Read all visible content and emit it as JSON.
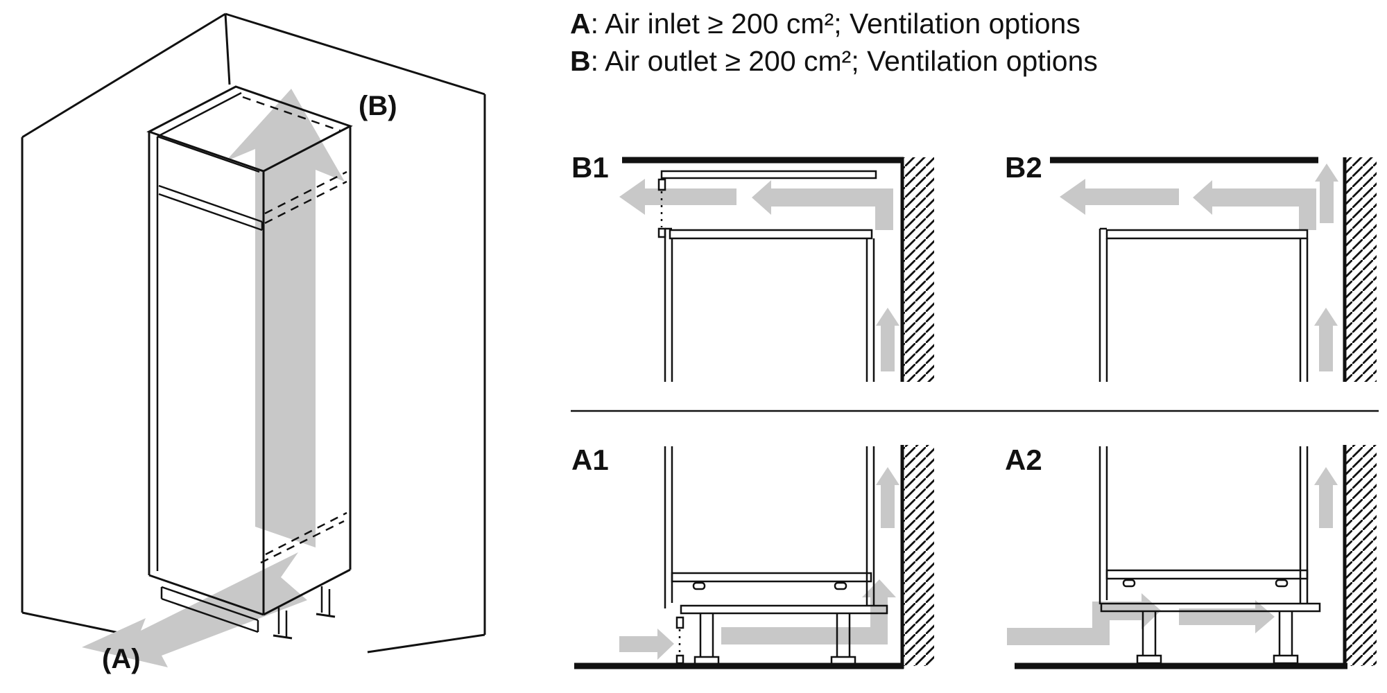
{
  "legend": {
    "line1": {
      "key": "A",
      "rest": ": Air inlet ≥ 200 cm²; Ventilation options"
    },
    "line2": {
      "key": "B",
      "rest": ": Air outlet ≥ 200 cm²; Ventilation options"
    }
  },
  "isometric": {
    "outlet_label": "(B)",
    "inlet_label": "(A)"
  },
  "panels": {
    "b1": {
      "label": "B1"
    },
    "b2": {
      "label": "B2"
    },
    "a1": {
      "label": "A1"
    },
    "a2": {
      "label": "A2"
    }
  },
  "colors": {
    "line": "#111111",
    "arrow": "#c8c8c8",
    "background": "#ffffff"
  }
}
